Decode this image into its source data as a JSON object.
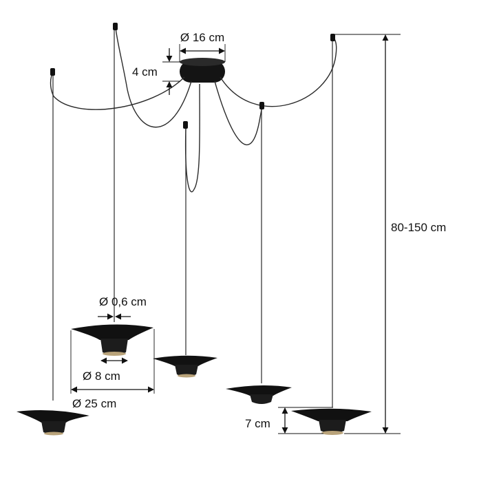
{
  "labels": {
    "canopy_diameter": "Ø 16 cm",
    "canopy_height": "4 cm",
    "cable_diameter": "Ø 0,6 cm",
    "neck_diameter": "Ø 8 cm",
    "shade_diameter": "Ø 25 cm",
    "shade_height": "7 cm",
    "hanging_length": "80-150 cm"
  },
  "colors": {
    "shade": "#111111",
    "diffuser": "#b9a37a",
    "lines": "#111111"
  }
}
